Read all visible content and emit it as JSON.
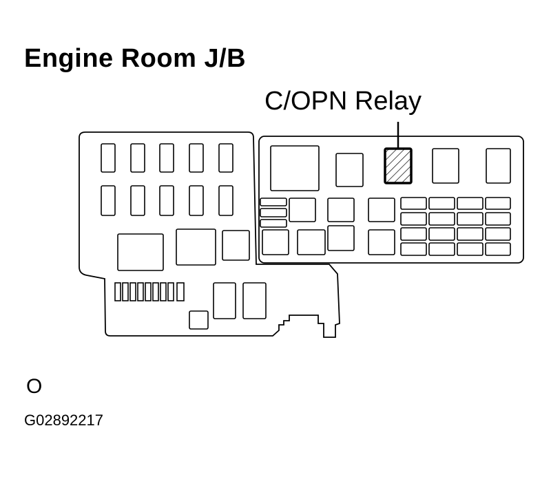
{
  "title": "Engine Room J/B",
  "callout_label": "C/OPN Relay",
  "marker": "O",
  "figure_code": "G02892217"
}
